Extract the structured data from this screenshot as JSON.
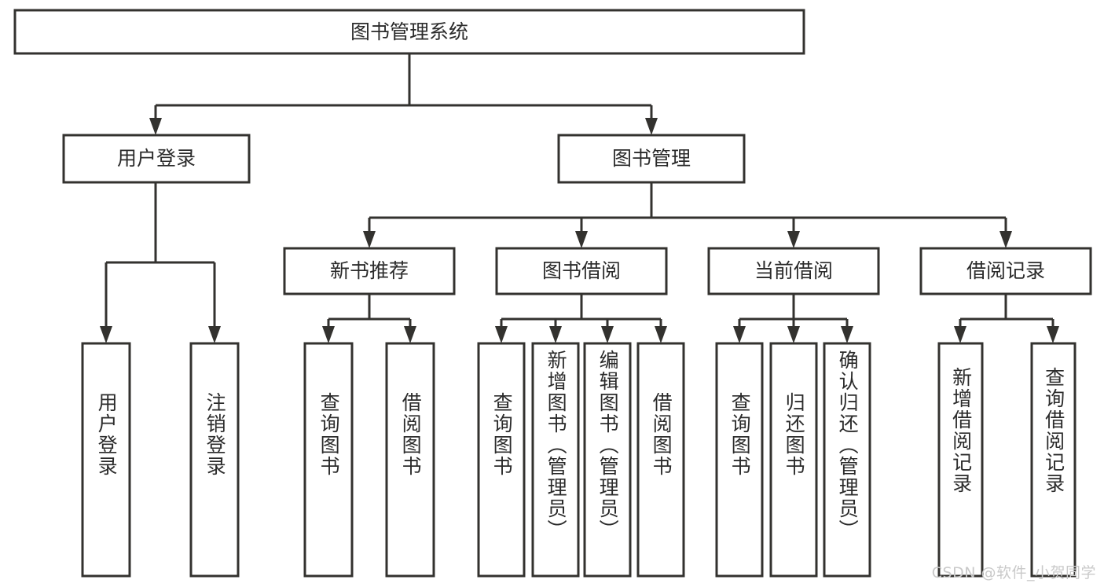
{
  "diagram": {
    "type": "tree",
    "title": "图书管理系统",
    "orientation": "top-down",
    "colors": {
      "box_fill": "#ffffff",
      "box_stroke": "#33322f",
      "text": "#2b2b2b",
      "background": "#ffffff",
      "watermark": "#c9c9c9"
    },
    "root": {
      "label": "图书管理系统"
    },
    "level2": [
      {
        "label": "用户登录"
      },
      {
        "label": "图书管理"
      }
    ],
    "level3": [
      {
        "label": "新书推荐"
      },
      {
        "label": "图书借阅"
      },
      {
        "label": "当前借阅"
      },
      {
        "label": "借阅记录"
      }
    ],
    "leaves": {
      "user_login": [
        {
          "label": "用户登录"
        },
        {
          "label": "注销登录"
        }
      ],
      "new_book_recommend": [
        {
          "label": "查询图书"
        },
        {
          "label": "借阅图书"
        }
      ],
      "book_borrow": [
        {
          "label": "查询图书"
        },
        {
          "label": "新增图书（管理员）"
        },
        {
          "label": "编辑图书（管理员）"
        },
        {
          "label": "借阅图书"
        }
      ],
      "current_borrow": [
        {
          "label": "查询图书"
        },
        {
          "label": "归还图书"
        },
        {
          "label": "确认归还（管理员）"
        }
      ],
      "borrow_record": [
        {
          "label": "新增借阅记录"
        },
        {
          "label": "查询借阅记录"
        }
      ]
    }
  },
  "watermark": {
    "text": "CSDN @软件_小贺同学"
  }
}
